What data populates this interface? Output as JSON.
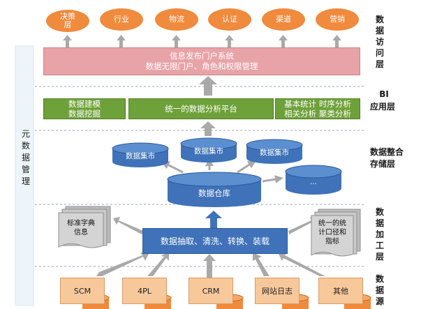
{
  "access_layer": {
    "items": [
      "决策层",
      "行业",
      "物流",
      "认证",
      "渠道",
      "营销"
    ],
    "label": "数据访问层"
  },
  "portal": {
    "title": "信息发布门户系统",
    "subtitle": "数据无限门户、角色和权限管理"
  },
  "bi_layer": {
    "label_line1": "BI",
    "label_line2": "应用层",
    "left_box": "数据建模\n数据挖掘",
    "center_box": "统一的数据分析平台",
    "right_box": "基本统计 时序分析\n相关分析 聚类分析"
  },
  "storage_layer": {
    "label_line1": "数据整合",
    "label_line2": "存储层",
    "marts": [
      "数据集市",
      "数据集市",
      "数据集市"
    ],
    "warehouse": "数据仓库",
    "other": "..."
  },
  "meta": {
    "label": "元数据管理"
  },
  "processing_layer": {
    "label": "数据加工层",
    "etl": "数据抽取、清洗、转换、装载",
    "left_doc": "标准字典\n信息",
    "right_doc": "统一的统\n计口径和\n指标"
  },
  "source_layer": {
    "label": "数据源",
    "items": [
      "SCM",
      "4PL",
      "CRM",
      "网站日志",
      "其他"
    ]
  },
  "colors": {
    "orange_oval": "#f08a3c",
    "portal": "#e8a3a8",
    "green": "#6fa13a",
    "blue": "#3f72b8",
    "gray_doc": "#bcbcbc",
    "source_box": "#f7c89a"
  }
}
